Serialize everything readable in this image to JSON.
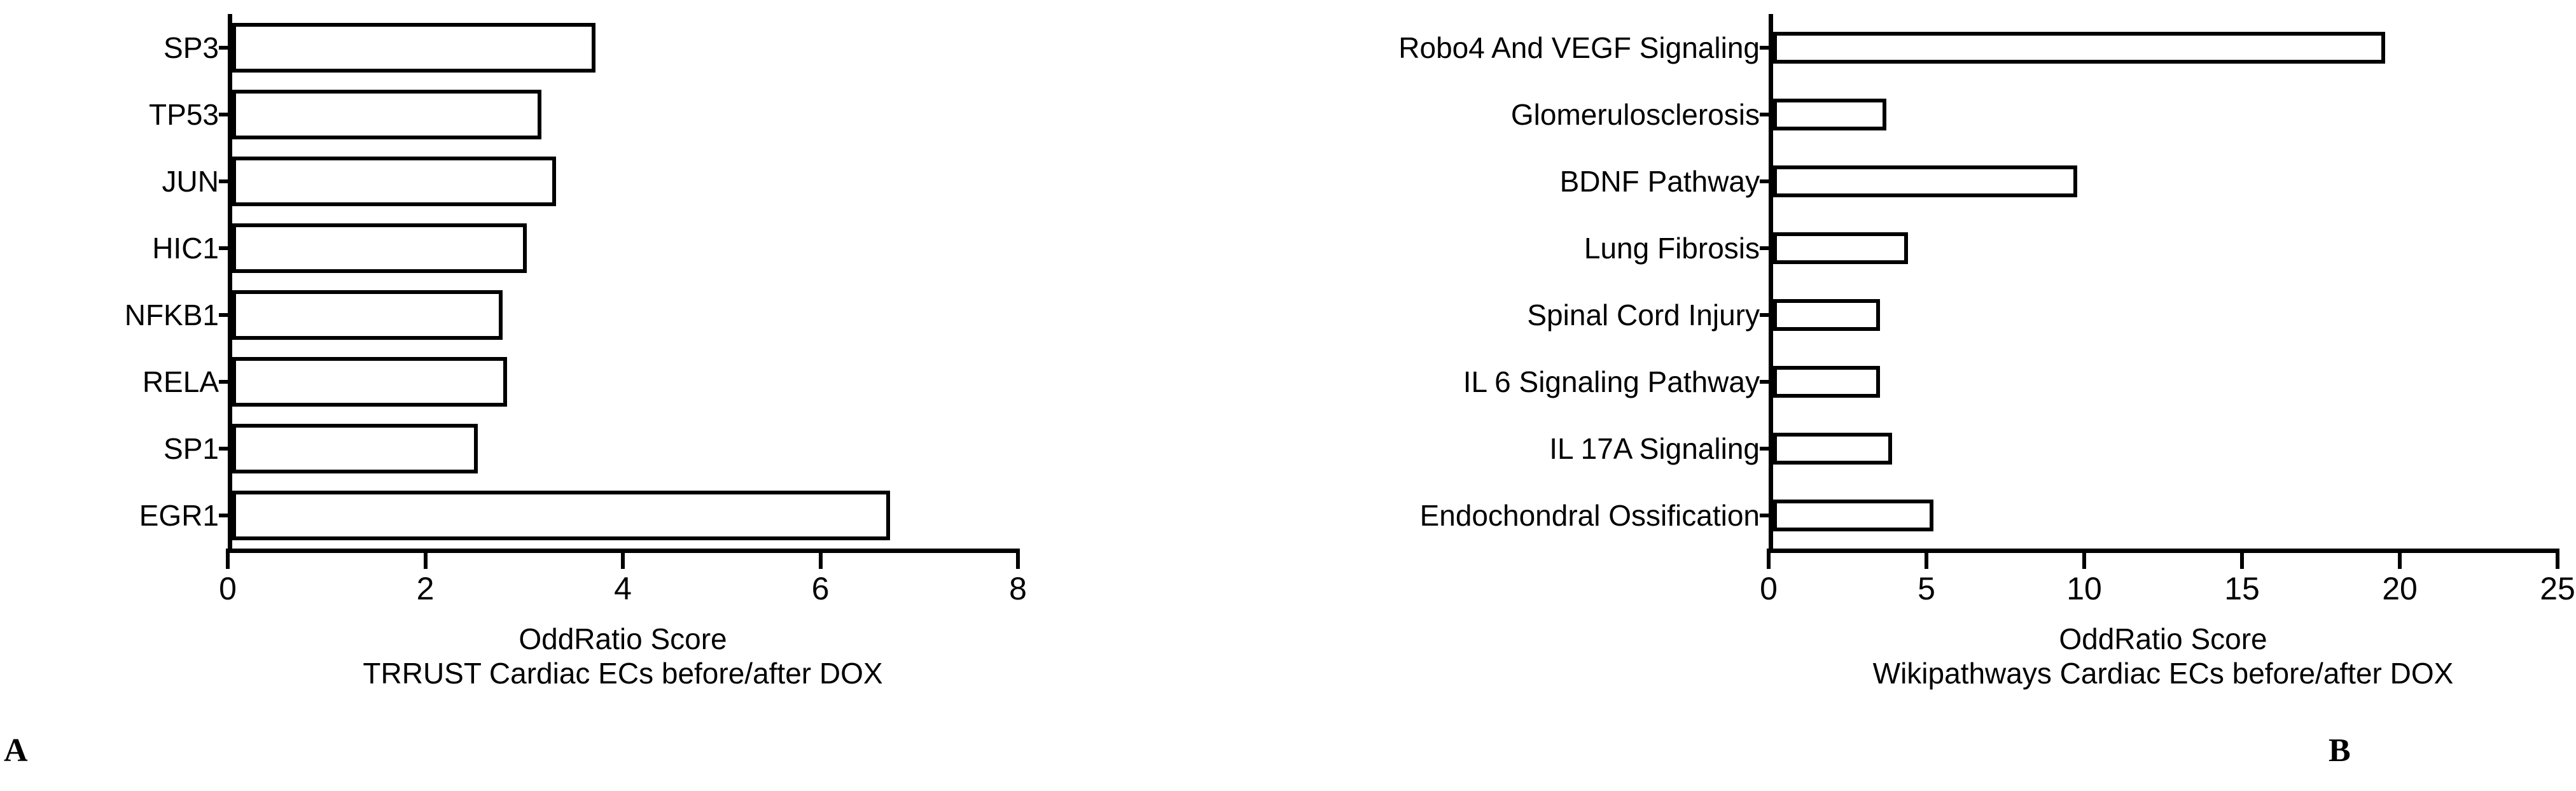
{
  "panels": [
    {
      "letter": "A",
      "axis_title": "OddRatio  Score",
      "axis_subtitle": "TRRUST Cardiac ECs before/after DOX",
      "chart_data": {
        "type": "bar",
        "orientation": "horizontal",
        "title": "",
        "xlabel": "OddRatio  Score",
        "ylabel": "",
        "subtitle": "TRRUST Cardiac ECs before/after DOX",
        "xlim": [
          0,
          8
        ],
        "xticks": [
          0,
          2,
          4,
          6,
          8
        ],
        "xtick_labels": [
          "0",
          "2",
          "4",
          "6",
          "8"
        ],
        "grid": false,
        "legend": "none",
        "categories": [
          "SP3",
          "TP53",
          "JUN",
          "HIC1",
          "NFKB1",
          "RELA",
          "SP1",
          "EGR1"
        ],
        "values": [
          3.7,
          3.15,
          3.3,
          3.0,
          2.75,
          2.8,
          2.5,
          6.7
        ]
      }
    },
    {
      "letter": "B",
      "axis_title": "OddRatio  Score",
      "axis_subtitle": "Wikipathways Cardiac ECs before/after DOX",
      "chart_data": {
        "type": "bar",
        "orientation": "horizontal",
        "title": "",
        "xlabel": "OddRatio  Score",
        "ylabel": "",
        "subtitle": "Wikipathways Cardiac ECs before/after DOX",
        "xlim": [
          0,
          25
        ],
        "xticks": [
          0,
          5,
          10,
          15,
          20,
          25
        ],
        "xtick_labels": [
          "0",
          "5",
          "10",
          "15",
          "20",
          "25"
        ],
        "grid": false,
        "legend": "none",
        "categories": [
          "Robo4 And VEGF Signaling",
          "Glomerulosclerosis",
          "BDNF Pathway",
          "Lung Fibrosis",
          "Spinal Cord Injury",
          "IL 6 Signaling Pathway",
          "IL 17A Signaling",
          "Endochondral Ossification"
        ],
        "values": [
          19.5,
          3.6,
          9.7,
          4.3,
          3.4,
          3.4,
          3.8,
          5.1
        ]
      }
    }
  ],
  "colors": {
    "ink": "#000000",
    "background": "#ffffff",
    "bar_fill": "#ffffff"
  }
}
